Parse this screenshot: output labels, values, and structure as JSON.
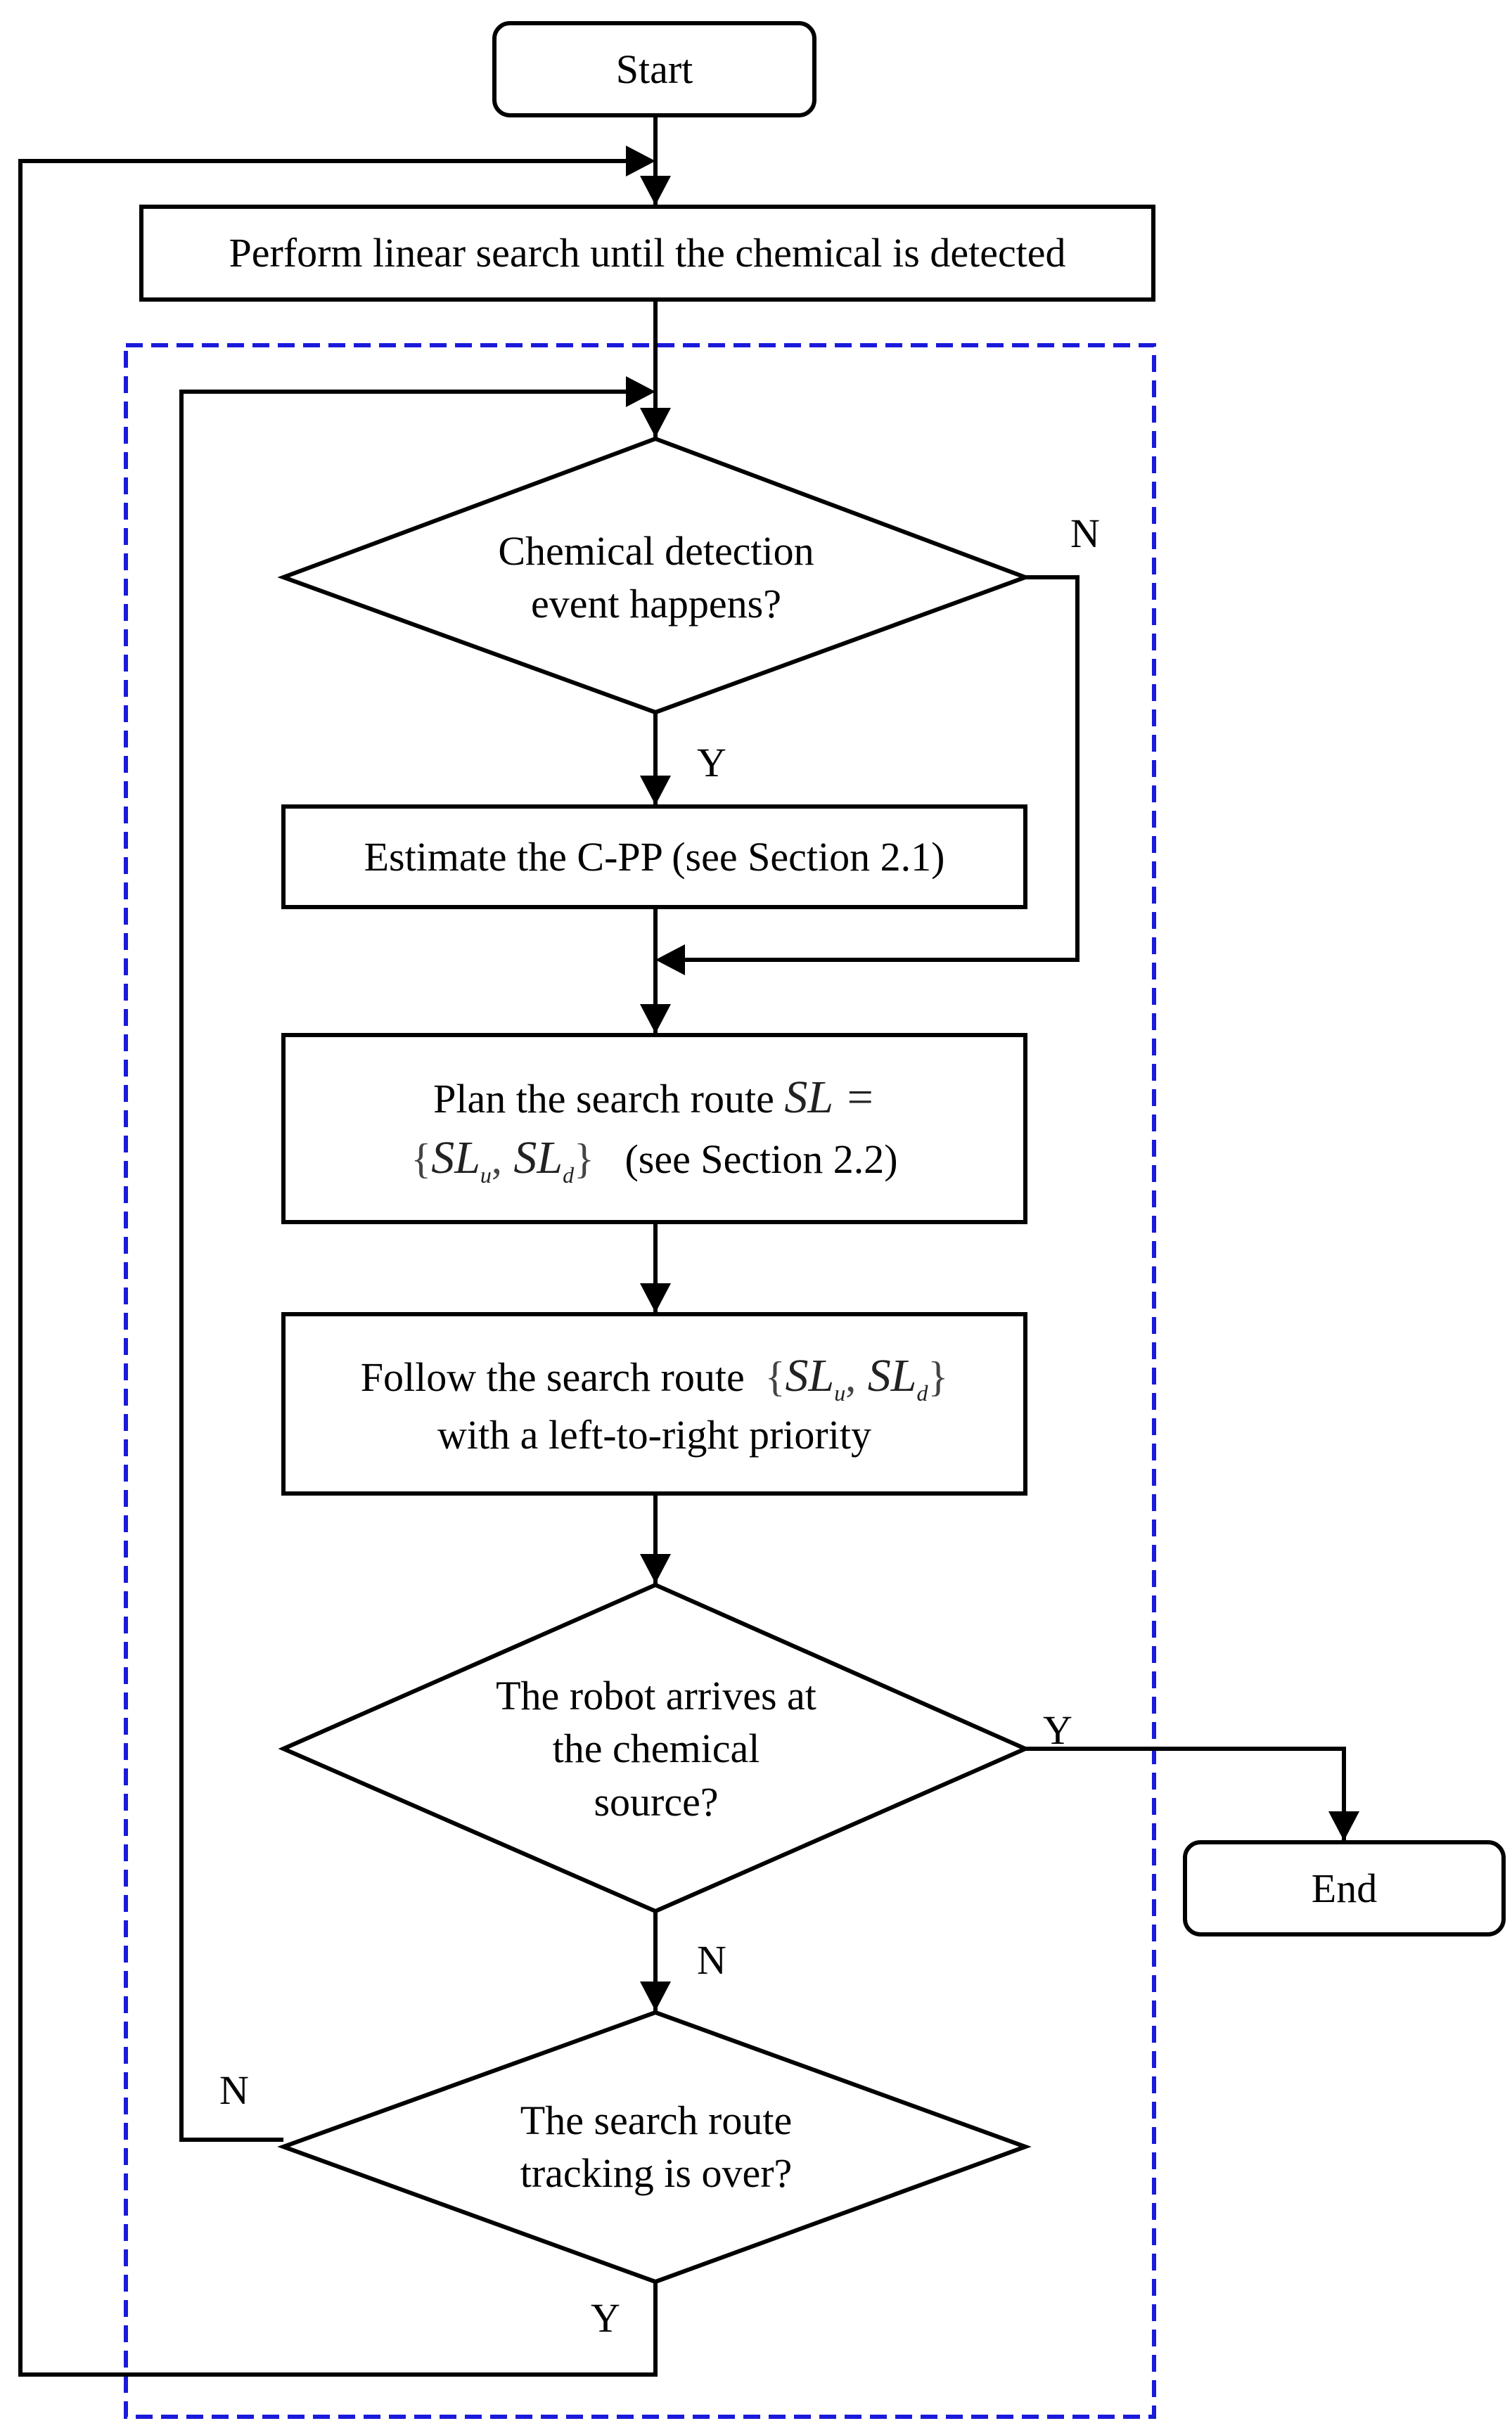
{
  "nodes": {
    "start": "Start",
    "linear_search": "Perform linear search until the chemical is detected",
    "detect_decision": [
      "Chemical detection",
      "event happens?"
    ],
    "estimate": "Estimate the C-PP (see Section 2.1)",
    "plan": {
      "line1_text": "Plan the search route",
      "line1_math": "SL =",
      "line2_math_open": "{",
      "line2_math_a": "SL",
      "line2_math_a_sub": "u",
      "line2_math_sep": ",",
      "line2_math_b": "SL",
      "line2_math_b_sub": "d",
      "line2_math_close": "}",
      "line2_text": "(see Section 2.2)"
    },
    "follow": {
      "line1_text": "Follow the search route",
      "math_open": "{",
      "math_a": "SL",
      "math_a_sub": "u",
      "math_sep": ",",
      "math_b": "SL",
      "math_b_sub": "d",
      "math_close": "}",
      "line2_text": "with a left-to-right priority"
    },
    "arrive_decision": [
      "The robot arrives at",
      "the chemical",
      "source?"
    ],
    "tracking_decision": [
      "The search route",
      "tracking is over?"
    ],
    "end": "End"
  },
  "edge_labels": {
    "detect_no": "N",
    "detect_yes": "Y",
    "arrive_yes": "Y",
    "arrive_no": "N",
    "tracking_no": "N",
    "tracking_yes": "Y"
  },
  "colors": {
    "line": "#000000",
    "dashed_border": "#1a1adb"
  }
}
